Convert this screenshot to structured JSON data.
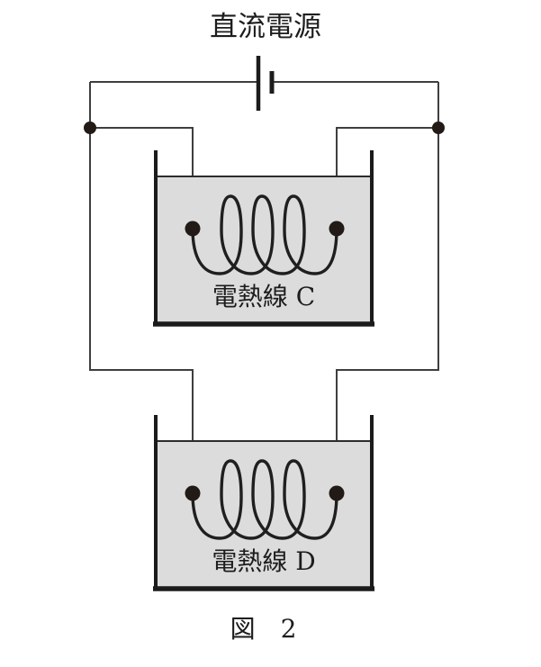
{
  "figure": {
    "power_supply_label": "直流電源",
    "caption": "図　2"
  },
  "beakers": [
    {
      "id": "C",
      "label": "電熱線 C",
      "contents": "heating coil immersed in liquid"
    },
    {
      "id": "D",
      "label": "電熱線 D",
      "contents": "heating coil immersed in liquid"
    }
  ],
  "circuit": {
    "source": "DC power supply (battery symbol)",
    "junction_nodes": 2,
    "topology": "two heating coils connected in parallel across the source"
  },
  "colors": {
    "background": "#ffffff",
    "wire": "#3e3e3e",
    "ink": "#1c1c1c",
    "water_fill": "#dcdcdc",
    "node_dot": "#221a16",
    "text": "#1d1d1d"
  }
}
